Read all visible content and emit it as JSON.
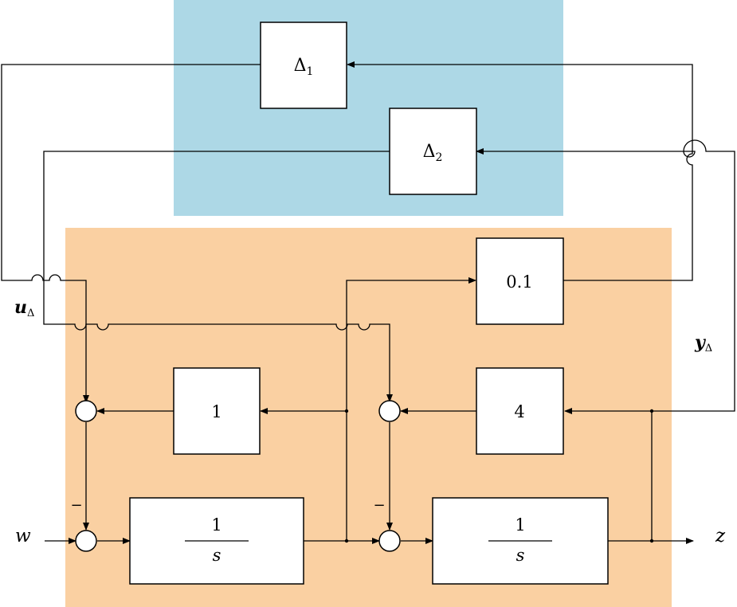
{
  "colors": {
    "uncertainty_region": "#add8e6",
    "plant_region": "#fad0a2",
    "line": "#000000",
    "block_fill": "#ffffff"
  },
  "blocks": {
    "delta1": {
      "main": "Δ",
      "sub": "1"
    },
    "delta2": {
      "main": "Δ",
      "sub": "2"
    },
    "gain_01": "0.1",
    "gain_1": "1",
    "gain_4": "4",
    "integrator1": {
      "num": "1",
      "den": "s"
    },
    "integrator2": {
      "num": "1",
      "den": "s"
    }
  },
  "signals": {
    "u_delta": {
      "main": "u",
      "sub": "Δ"
    },
    "y_delta": {
      "main": "y",
      "sub": "Δ"
    },
    "w": "w",
    "z": "z"
  },
  "signs": {
    "minus1": "−",
    "minus2": "−"
  }
}
